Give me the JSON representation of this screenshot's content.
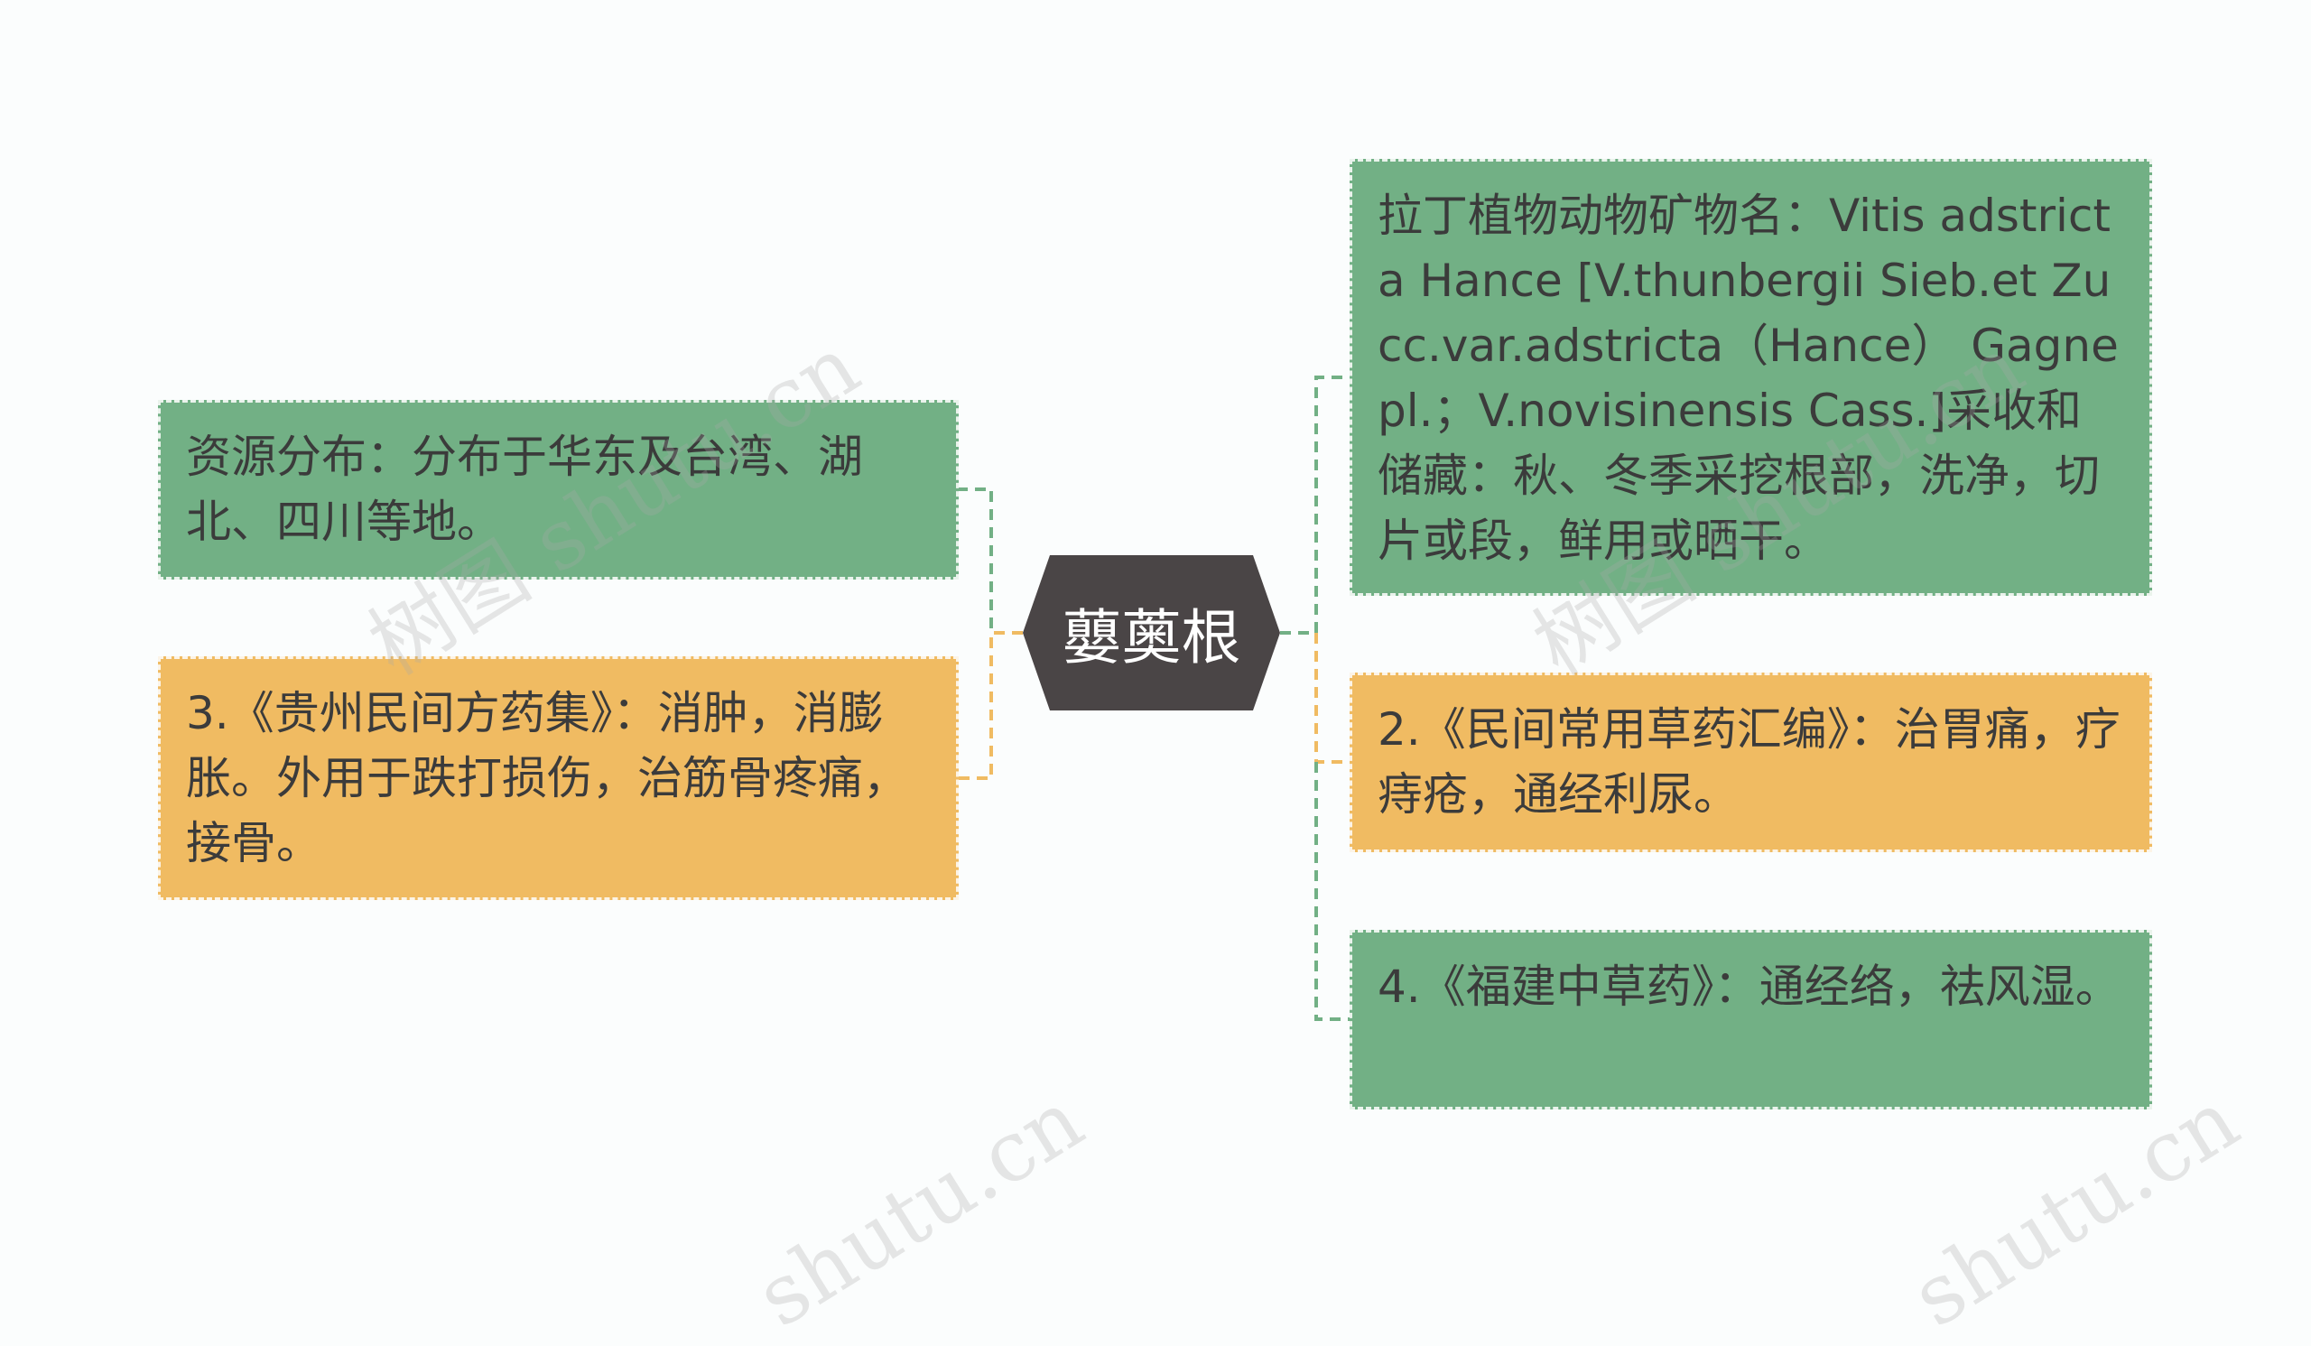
{
  "center": {
    "label": "蘡薁根"
  },
  "left": [
    {
      "text": "资源分布：分布于华东及台湾、湖北、四川等地。",
      "color": "green"
    },
    {
      "text": "3.《贵州民间方药集》：消肿，消膨胀。外用于跌打损伤，治筋骨疼痛，接骨。",
      "color": "orange"
    }
  ],
  "right": [
    {
      "text": "拉丁植物动物矿物名：Vitis adstricta Hance [V.thunbergii Sieb.et Zucc.var.adstricta（Hance） Gagnepl.；V.novisinensis Cass.]采收和储藏：秋、冬季采挖根部，洗净，切片或段，鲜用或晒干。",
      "color": "green"
    },
    {
      "text": "2.《民间常用草药汇编》：治胃痛，疗痔疮，通经利尿。",
      "color": "orange"
    },
    {
      "text": "4.《福建中草药》：通经络，祛风湿。",
      "color": "green"
    }
  ],
  "colors": {
    "green": "#72b085",
    "orange": "#f0bb62",
    "center": "#4a4546",
    "text": "#3b3b3b"
  },
  "watermark": {
    "text_a": "树图 shutu.cn",
    "text_b": "shutu.cn"
  }
}
